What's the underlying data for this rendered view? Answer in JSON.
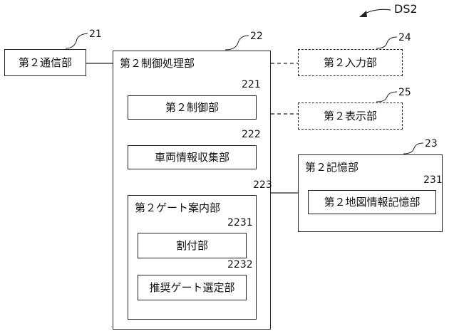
{
  "figure_label": "DS2",
  "blocks": {
    "comm": {
      "ref": "21",
      "label": "第２通信部"
    },
    "proc": {
      "ref": "22",
      "label": "第２制御処理部"
    },
    "ctrl": {
      "ref": "221",
      "label": "第２制御部"
    },
    "vehicle": {
      "ref": "222",
      "label": "車両情報収集部"
    },
    "gate": {
      "ref": "223",
      "label": "第２ゲート案内部"
    },
    "assign": {
      "ref": "2231",
      "label": "割付部"
    },
    "recommend": {
      "ref": "2232",
      "label": "推奨ゲート選定部"
    },
    "storage": {
      "ref": "23",
      "label": "第２記憶部"
    },
    "mapinfo": {
      "ref": "231",
      "label": "第２地図情報記憶部"
    },
    "input": {
      "ref": "24",
      "label": "第２入力部"
    },
    "display": {
      "ref": "25",
      "label": "第２表示部"
    }
  }
}
